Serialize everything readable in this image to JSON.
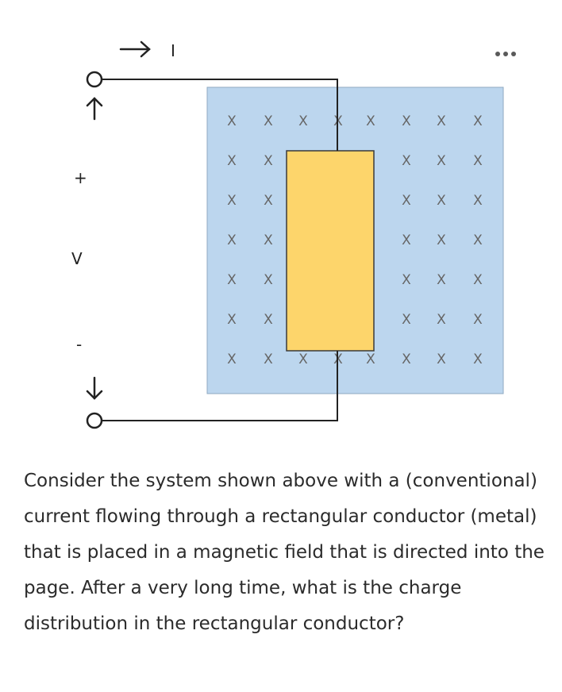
{
  "diagram": {
    "current_label": "I",
    "voltage_label": "V",
    "plus_sign": "+",
    "minus_sign": "-",
    "field_symbol": "X",
    "colors": {
      "field_region": "#bcd6ee",
      "conductor": "#fdd56b",
      "wire": "#222222",
      "symbol": "#666666"
    }
  },
  "question": {
    "text": "Consider the system shown above with a (conventional) current flowing through a rectangular conductor (metal) that is placed in a magnetic field that is directed into the page. After a very long time, what is the charge distribution in the rectangular conductor?"
  },
  "menu": {
    "icon": "more-options-icon"
  }
}
